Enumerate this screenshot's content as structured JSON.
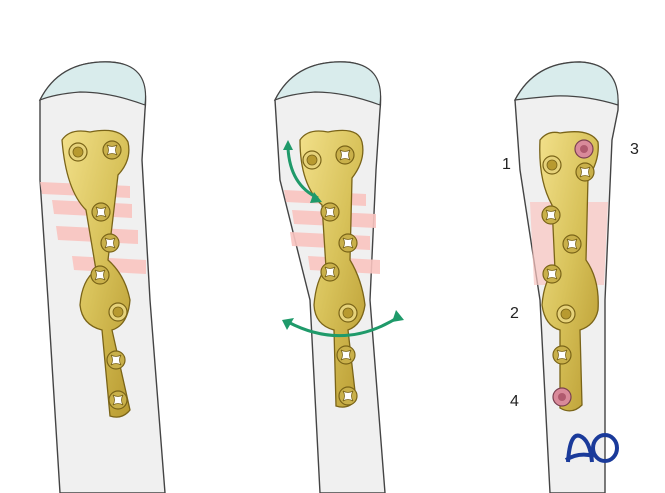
{
  "figure": {
    "description": "Three-step illustration of plate fixation on a proximal phalanx bone",
    "panels": [
      {
        "id": "panel-1",
        "caption": ""
      },
      {
        "id": "panel-2",
        "caption": ""
      },
      {
        "id": "panel-3",
        "caption": ""
      }
    ],
    "labels": {
      "l1": "1",
      "l2": "2",
      "l3": "3",
      "l4": "4"
    },
    "logo": "AO",
    "colors": {
      "bone": "#f0f0f0",
      "bone_outline": "#444444",
      "cartilage": "#d9ecec",
      "plate": "#d8c25a",
      "plate_dark": "#8a7420",
      "fracture": "#f9c4c0",
      "arrow": "#1f9a6a",
      "screw_pink": "#d98a9a",
      "logo": "#1a3a9a"
    }
  }
}
